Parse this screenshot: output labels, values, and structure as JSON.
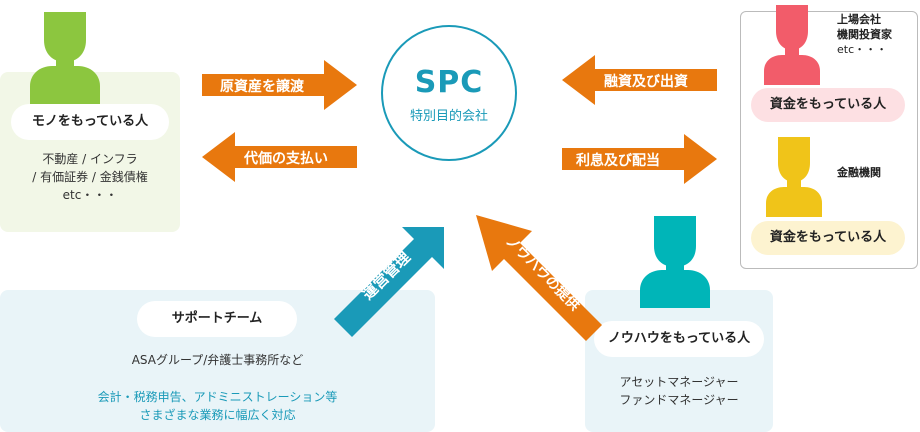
{
  "center": {
    "title": "SPC",
    "subtitle": "特別目的会社"
  },
  "owner": {
    "label": "モノをもっている人",
    "desc": [
      "不動産 / インフラ",
      "/ 有価証券 / 金銭債権",
      "etc・・・"
    ]
  },
  "investors": {
    "top_desc": [
      "上場会社",
      "機関投資家",
      "etc・・・"
    ],
    "top_label": "資金をもっている人",
    "bottom_desc": "金融機関",
    "bottom_label": "資金をもっている人"
  },
  "support": {
    "label": "サポートチーム",
    "desc": "ASAグループ/弁護士事務所など",
    "services": [
      "会計・税務申告、アドミニストレーション等",
      "さまざまな業務に幅広く対応"
    ]
  },
  "knowhow": {
    "label": "ノウハウをもっている人",
    "desc": [
      "アセットマネージャー",
      "ファンドマネージャー"
    ]
  },
  "arrows": {
    "transfer": "原資産を譲渡",
    "payment": "代価の支払い",
    "financing": "融資及び出資",
    "dividend": "利息及び配当",
    "management": "運営管理",
    "knowhow": "ノウハウの提供"
  },
  "colors": {
    "orange": "#e8780e",
    "teal": "#1a9ab8",
    "green_person": "#8cc63f",
    "pink_person": "#f25c6a",
    "yellow_person": "#f0c419",
    "cyan_person": "#00b5b8"
  }
}
